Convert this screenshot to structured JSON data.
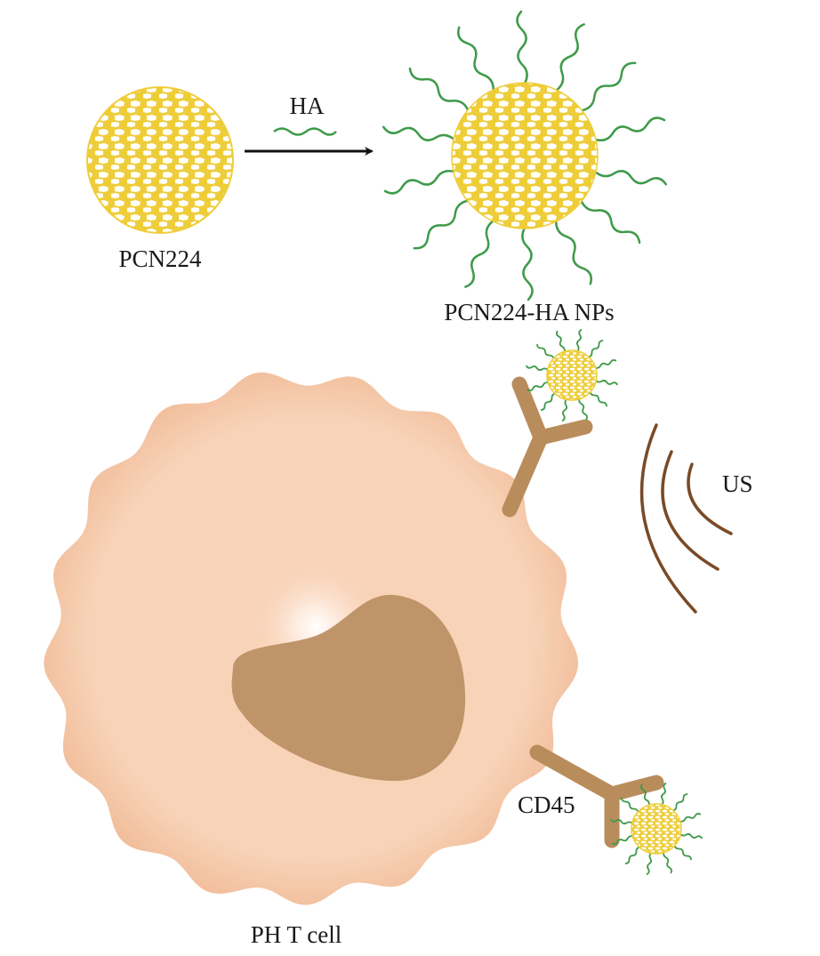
{
  "labels": {
    "pcn224": "PCN224",
    "ha": "HA",
    "pcn224_ha_nps": "PCN224-HA NPs",
    "us": "US",
    "cd45": "CD45",
    "cell": "PH T cell"
  },
  "colors": {
    "particle": "#eecd3a",
    "ha_strand": "#3f9a4a",
    "cell": "#f7cdb0",
    "cell_edge": "#eeb48f",
    "nucleus": "#bf9469",
    "antibody": "#b98c5c",
    "us_wave": "#7a4a26",
    "arrow": "#111111"
  }
}
